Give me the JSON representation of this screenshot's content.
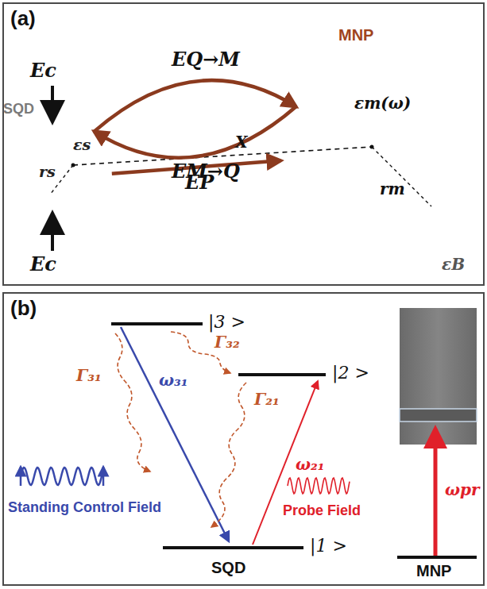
{
  "diagram": {
    "nodes": [
      {
        "text": [
          "(a)"
        ]
      },
      {
        "text": [
          "SQD",
          "εs",
          "rs"
        ],
        "in": 0
      },
      {
        "text": [
          "MNP",
          "εm(ω)",
          "rm"
        ],
        "in": 0
      },
      {
        "text": [
          "(b)"
        ]
      }
    ],
    "edges": [
      {
        "from": 1,
        "to": 2,
        "arrow": "to",
        "label": "EQ→M"
      },
      {
        "from": 1,
        "to": 2,
        "arrow": "to",
        "label": "EP"
      },
      {
        "from": 2,
        "to": 1,
        "arrow": "to",
        "label": "EM→Q"
      }
    ],
    "labels": [
      "Ec",
      "Ec",
      "X",
      "εB",
      "|3 >",
      "|2 >",
      "|1 >",
      "Γ₃₁",
      "Γ₃₂",
      "Γ₂₁",
      "ω₃₁",
      "ω₂₁",
      "Standing Control Field",
      "Probe Field",
      "SQD",
      "MNP",
      "ωpr"
    ]
  }
}
